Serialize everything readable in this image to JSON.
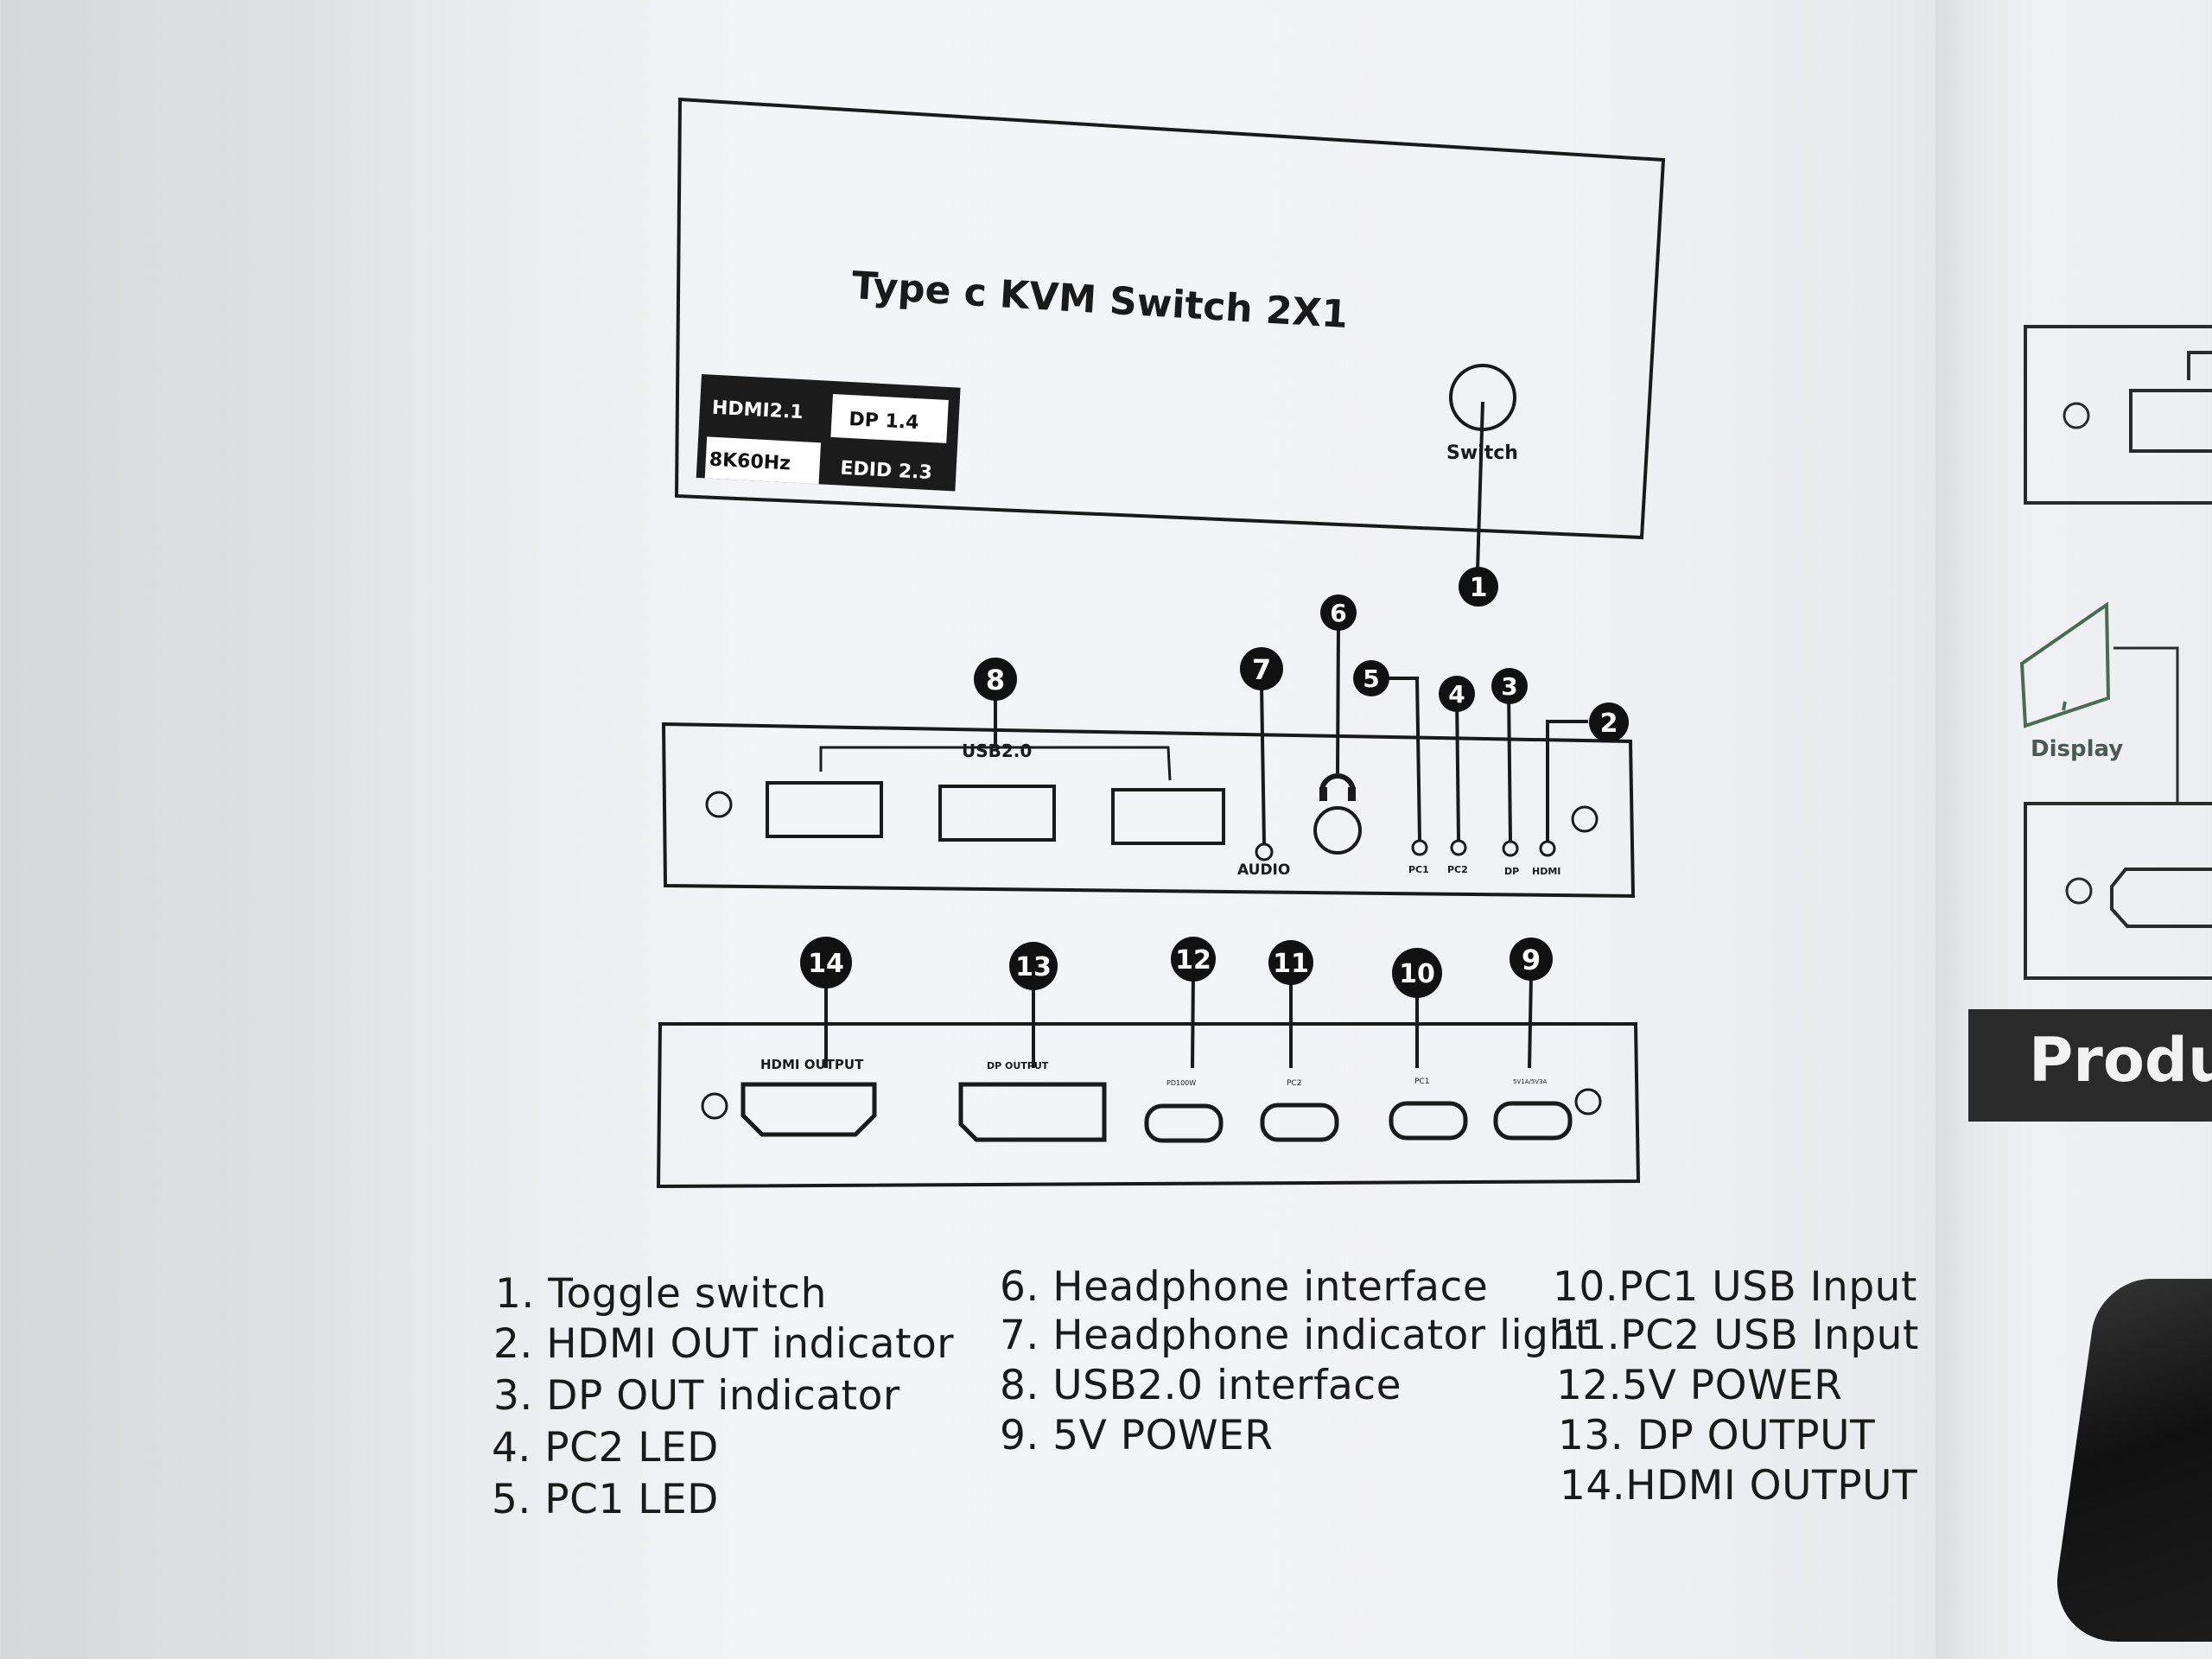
{
  "device": {
    "title": "Type c KVM Switch 2X1",
    "badges": [
      "HDMI2.1",
      "DP 1.4",
      "8K60Hz",
      "EDID 2.3"
    ],
    "switch_label": "Switch"
  },
  "front_panel": {
    "usb_label": "USB2.0",
    "audio_label": "AUDIO",
    "led_labels": [
      "PC1",
      "PC2",
      "DP",
      "HDMI"
    ]
  },
  "back_panel": {
    "port_labels": [
      "HDMI OUTPUT",
      "DP OUTPUT",
      "PD100W",
      "PC2",
      "PC1",
      "5V1A/5V3A"
    ]
  },
  "callouts": [
    "1",
    "2",
    "3",
    "4",
    "5",
    "6",
    "7",
    "8",
    "9",
    "10",
    "11",
    "12",
    "13",
    "14"
  ],
  "legend": {
    "col1": [
      "1. Toggle switch",
      "2. HDMI OUT indicator",
      "3. DP OUT indicator",
      "4. PC2 LED",
      "5. PC1 LED"
    ],
    "col2": [
      "6. Headphone interface",
      "7. Headphone indicator light",
      "8. USB2.0 interface",
      "9. 5V POWER"
    ],
    "col3": [
      "10.PC1 USB Input",
      "11.PC2 USB Input",
      "12.5V POWER",
      "13. DP OUTPUT",
      "14.HDMI OUTPUT"
    ]
  },
  "side_page": {
    "display_label": "Display",
    "banner_text": "Produ"
  }
}
